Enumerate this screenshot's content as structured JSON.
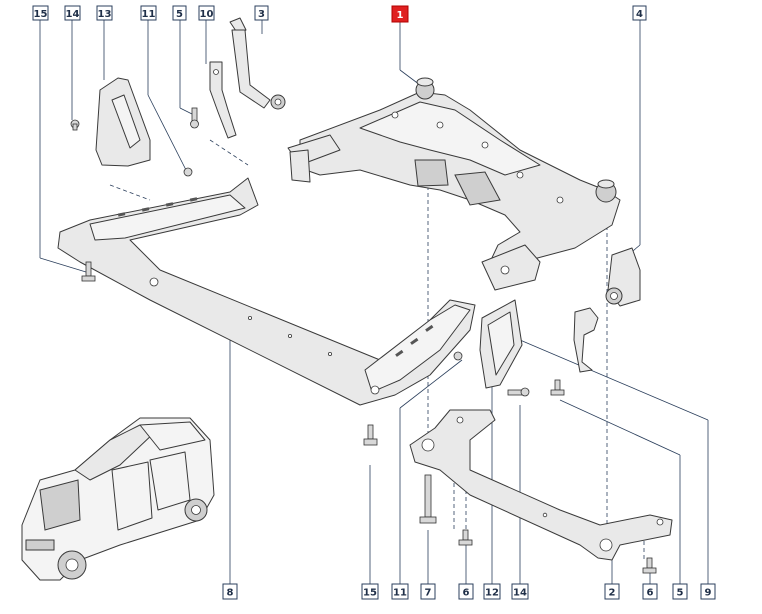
{
  "callouts": [
    {
      "id": "c15_top",
      "label": "15"
    },
    {
      "id": "c14_top",
      "label": "14"
    },
    {
      "id": "c13_top",
      "label": "13"
    },
    {
      "id": "c11_top",
      "label": "11"
    },
    {
      "id": "c5_top",
      "label": "5"
    },
    {
      "id": "c10_top",
      "label": "10"
    },
    {
      "id": "c3_top",
      "label": "3"
    },
    {
      "id": "c1_top",
      "label": "1",
      "highlight": true
    },
    {
      "id": "c4_top",
      "label": "4"
    },
    {
      "id": "c8_bot",
      "label": "8"
    },
    {
      "id": "c15_bot",
      "label": "15"
    },
    {
      "id": "c11_bot",
      "label": "11"
    },
    {
      "id": "c7_bot",
      "label": "7"
    },
    {
      "id": "c6_bot",
      "label": "6"
    },
    {
      "id": "c12_bot",
      "label": "12"
    },
    {
      "id": "c14_bot",
      "label": "14"
    },
    {
      "id": "c2_bot",
      "label": "2"
    },
    {
      "id": "c6_bot2",
      "label": "6"
    },
    {
      "id": "c5_bot",
      "label": "5"
    },
    {
      "id": "c9_bot",
      "label": "9"
    }
  ],
  "colors": {
    "highlight": "#e02020",
    "callout_border": "#2b3f5c",
    "line": "#3a3a3a"
  }
}
